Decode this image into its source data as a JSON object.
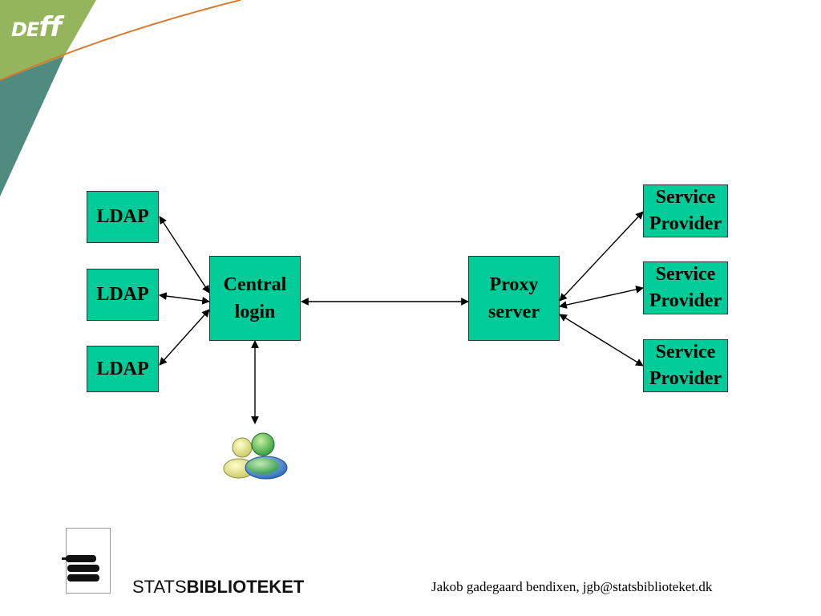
{
  "header": {
    "logo_prefix": "DE",
    "logo_suffix": "ff"
  },
  "diagram": {
    "ldap_nodes": [
      {
        "label": "LDAP"
      },
      {
        "label": "LDAP"
      },
      {
        "label": "LDAP"
      }
    ],
    "central_login": {
      "line1": "Central",
      "line2": "login"
    },
    "proxy_server": {
      "line1": "Proxy",
      "line2": "server"
    },
    "service_providers": [
      {
        "line1": "Service",
        "line2": "Provider"
      },
      {
        "line1": "Service",
        "line2": "Provider"
      },
      {
        "line1": "Service",
        "line2": "Provider"
      }
    ],
    "users_icon": "users-icon",
    "box_color": "#00cc99"
  },
  "footer": {
    "brand_light": "STATS",
    "brand_bold": "BIBLIOTEKET",
    "author": "Jakob gadegaard bendixen, jgb@statsbiblioteket.dk"
  },
  "colors": {
    "green_corner": "#8fb35a",
    "teal_corner": "#4f8b7e",
    "orange_line": "#d9782a"
  }
}
